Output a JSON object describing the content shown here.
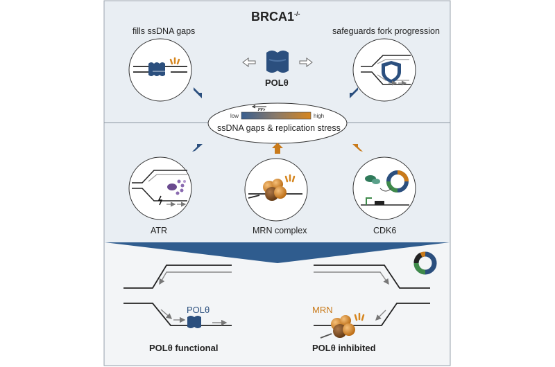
{
  "title": "BRCA1",
  "title_sup": "-/-",
  "top_left_label": "fills ssDNA gaps",
  "top_right_label": "safeguards fork progression",
  "center_protein": "POLθ",
  "center_node": {
    "label": "ssDNA gaps & replication stress",
    "scale_low": "low",
    "scale_high": "high"
  },
  "middle_labels": {
    "left": "ATR",
    "center": "MRN complex",
    "right": "CDK6"
  },
  "bottom": {
    "left_protein": "POLθ",
    "left_caption": "POLθ functional",
    "right_protein": "MRN",
    "right_caption": "POLθ inhibited"
  },
  "colors": {
    "navy": "#2b4f7e",
    "orange": "#c97a1a",
    "green": "#3f8a4a",
    "panel_bg": "#e9eef3",
    "border": "#9aa3ad"
  }
}
